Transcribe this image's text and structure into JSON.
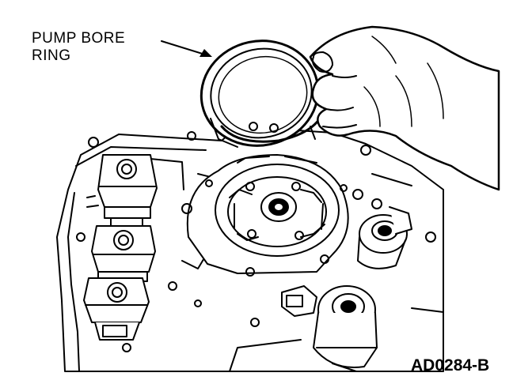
{
  "callout": {
    "line1": "PUMP BORE",
    "line2": "RING"
  },
  "figure_id": "AD0284-B"
}
